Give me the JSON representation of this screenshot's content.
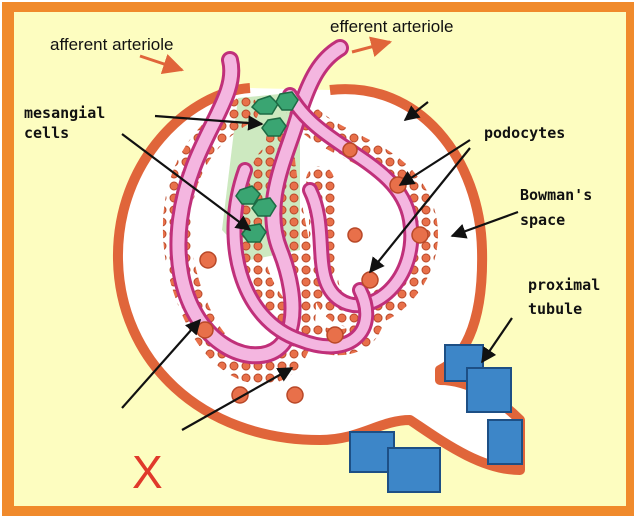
{
  "labels": {
    "afferent": "afferent arteriole",
    "efferent": "efferent arteriole",
    "mesangial_line1": "mesangial",
    "mesangial_line2": "cells",
    "podocytes": "podocytes",
    "bowmans_line1": "Bowman's",
    "bowmans_line2": "space",
    "proximal_line1": "proximal",
    "proximal_line2": "tubule",
    "unknown_marker": "X"
  },
  "colors": {
    "border": "#f08a2c",
    "background": "#fdfdc0",
    "capsule": "#e0653a",
    "capillary_fill": "#f4b6e0",
    "capillary_stroke": "#c0307a",
    "podocyte": "#e8704a",
    "mesangial": "#3aa572",
    "mesangium_bg": "#cde9c0",
    "tubule": "#3d86c8",
    "arrow": "#111111",
    "marker": "#e0392b"
  }
}
